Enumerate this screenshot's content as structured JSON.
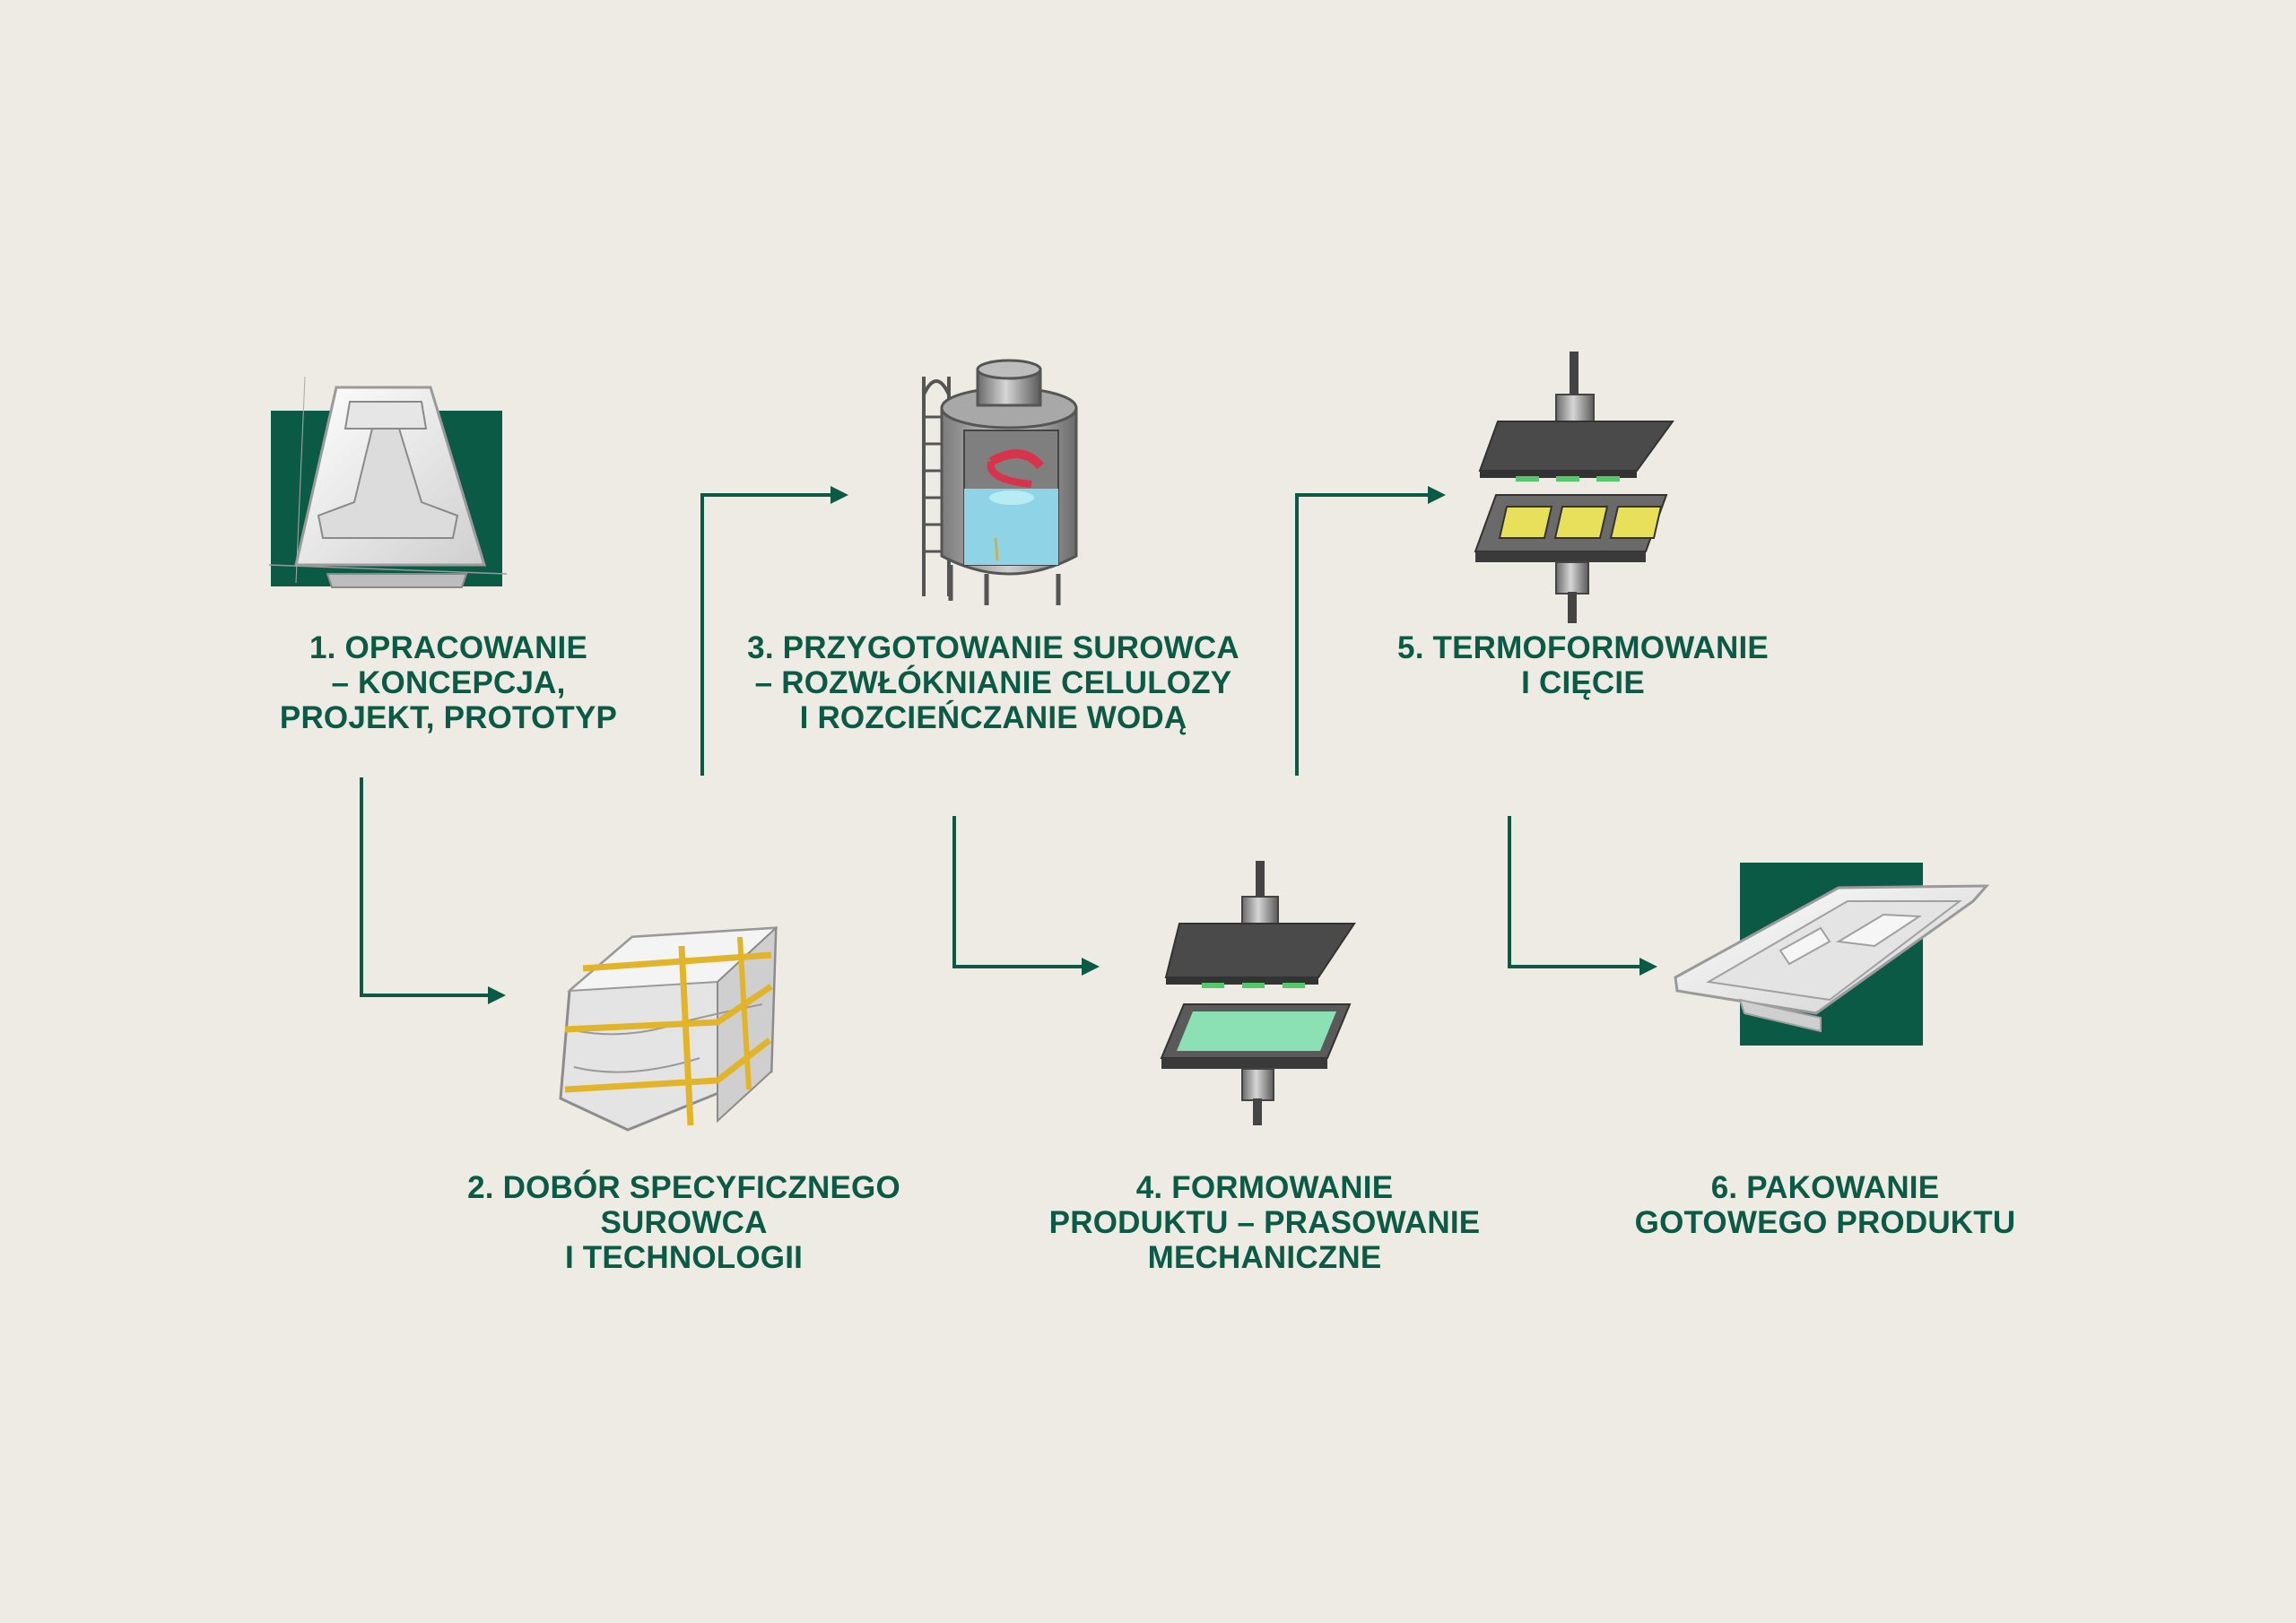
{
  "colors": {
    "background": "#edebe3",
    "accent_green": "#0b5a46",
    "strap_yellow": "#e2b42a",
    "water_blue": "#8fd3e6",
    "mold_green": "#8be0b4",
    "mold_yellow": "#e8e05a",
    "machine_gray": "#4a4a4a"
  },
  "steps": [
    {
      "number": "1",
      "lines": [
        "1. OPRACOWANIE",
        "– KONCEPCJA,",
        "PROJEKT, PROTOTYP"
      ],
      "icon": "pulp-tray-sketch-icon"
    },
    {
      "number": "2",
      "lines": [
        "2. DOBÓR SPECYFICZNEGO",
        "SUROWCA",
        "I TECHNOLOGII"
      ],
      "icon": "cellulose-bale-icon"
    },
    {
      "number": "3",
      "lines": [
        "3. PRZYGOTOWANIE SUROWCA",
        "– ROZWŁÓKNIANIE CELULOZY",
        "I ROZCIEŃCZANIE WODĄ"
      ],
      "icon": "pulper-tank-icon"
    },
    {
      "number": "4",
      "lines": [
        "4. FORMOWANIE",
        "PRODUKTU – PRASOWANIE",
        "MECHANICZNE"
      ],
      "icon": "forming-press-icon"
    },
    {
      "number": "5",
      "lines": [
        "5. TERMOFORMOWANIE",
        "I CIĘCIE"
      ],
      "icon": "thermoforming-press-icon"
    },
    {
      "number": "6",
      "lines": [
        "6. PAKOWANIE",
        "GOTOWEGO PRODUKTU"
      ],
      "icon": "finished-tray-icon"
    }
  ]
}
